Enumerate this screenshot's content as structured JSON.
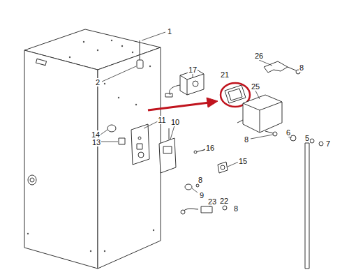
{
  "diagram": {
    "labels": [
      "1",
      "2",
      "17",
      "21",
      "26",
      "8",
      "25",
      "11",
      "10",
      "6",
      "5",
      "7",
      "14",
      "13",
      "8",
      "16",
      "15",
      "8",
      "9",
      "23",
      "22",
      "8"
    ]
  }
}
